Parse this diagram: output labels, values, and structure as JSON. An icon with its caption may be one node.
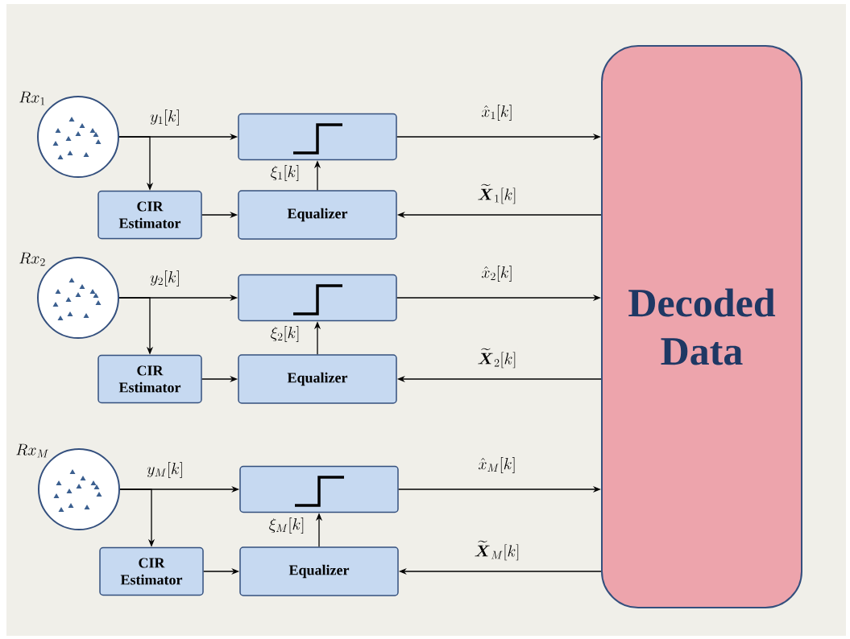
{
  "diagram": {
    "nodes": [
      {
        "text": [
          "Rx_{1}"
        ]
      },
      {
        "text": [],
        "shape": "box"
      },
      {
        "text": [
          "CIR Estimator"
        ]
      },
      {
        "text": [
          "Equalizer"
        ]
      },
      {
        "text": [
          "Rx_{2}"
        ]
      },
      {
        "text": [],
        "shape": "box"
      },
      {
        "text": [
          "CIR Estimator"
        ]
      },
      {
        "text": [
          "Equalizer"
        ]
      },
      {
        "text": [
          "Rx_{M}"
        ]
      },
      {
        "text": [],
        "shape": "box"
      },
      {
        "text": [
          "CIR Estimator"
        ]
      },
      {
        "text": [
          "Equalizer"
        ]
      },
      {
        "text": [
          "Decoded Data"
        ]
      }
    ],
    "edges": [
      {
        "from": 0,
        "to": 1,
        "arrow": "to",
        "label": "y_{1}[k]"
      },
      {
        "from": 0,
        "to": 2,
        "arrow": "to"
      },
      {
        "from": 2,
        "to": 3,
        "arrow": "to"
      },
      {
        "from": 3,
        "to": 1,
        "arrow": "to",
        "label": "\\xi_{1}[k]"
      },
      {
        "from": 1,
        "to": 12,
        "arrow": "to",
        "label": "\\hat{x}_{1}[k]"
      },
      {
        "from": 12,
        "to": 3,
        "arrow": "to",
        "label": "\\widetilde{\\boldsymbol{X}}_{1}[k]"
      },
      {
        "from": 4,
        "to": 5,
        "arrow": "to",
        "label": "y_{2}[k]"
      },
      {
        "from": 4,
        "to": 6,
        "arrow": "to"
      },
      {
        "from": 6,
        "to": 7,
        "arrow": "to"
      },
      {
        "from": 7,
        "to": 5,
        "arrow": "to",
        "label": "\\xi_{2}[k]"
      },
      {
        "from": 5,
        "to": 12,
        "arrow": "to",
        "label": "\\hat{x}_{2}[k]"
      },
      {
        "from": 12,
        "to": 7,
        "arrow": "to",
        "label": "\\widetilde{\\boldsymbol{X}}_{2}[k]"
      },
      {
        "from": 8,
        "to": 9,
        "arrow": "to",
        "label": "y_{M}[k]"
      },
      {
        "from": 8,
        "to": 10,
        "arrow": "to"
      },
      {
        "from": 10,
        "to": 11,
        "arrow": "to"
      },
      {
        "from": 11,
        "to": 9,
        "arrow": "to",
        "label": "\\xi_{M}[k]"
      },
      {
        "from": 9,
        "to": 12,
        "arrow": "to",
        "label": "\\hat{x}_{M}[k]"
      },
      {
        "from": 12,
        "to": 11,
        "arrow": "to",
        "label": "\\widetilde{\\boldsymbol{X}}_{M}[k]"
      }
    ]
  }
}
